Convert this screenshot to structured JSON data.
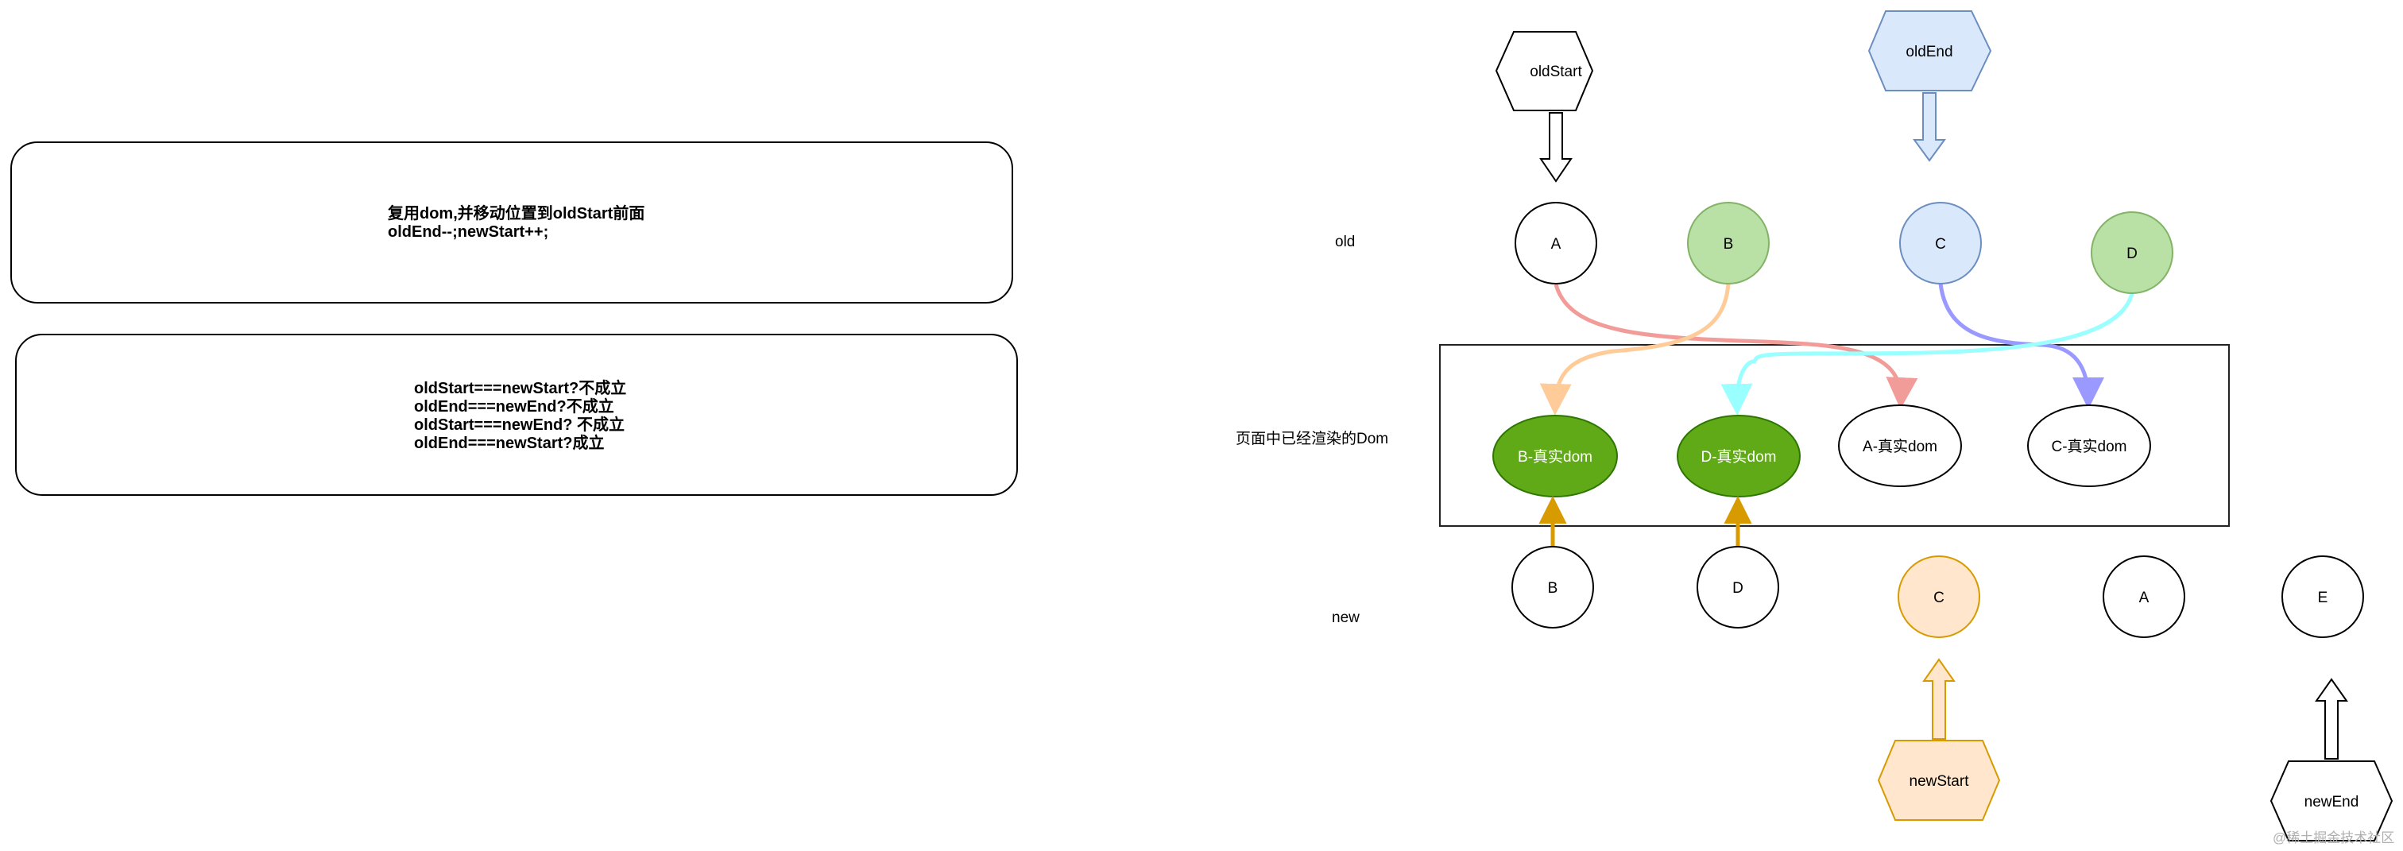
{
  "notes": [
    {
      "lines": [
        "复用dom,并移动位置到oldStart前面",
        "oldEnd--;newStart++;"
      ]
    },
    {
      "lines": [
        "oldStart===newStart?不成立",
        "oldEnd===newEnd?不成立",
        "oldStart===newEnd? 不成立",
        "oldEnd===newStart?成立"
      ]
    }
  ],
  "row_labels": {
    "old": "old",
    "dom": "页面中已经渲染的Dom",
    "new": "new"
  },
  "pointers": {
    "old_start": "oldStart",
    "old_end": "oldEnd",
    "new_start": "newStart",
    "new_end": "newEnd"
  },
  "old_nodes": [
    "A",
    "B",
    "C",
    "D"
  ],
  "dom_nodes": [
    "B-真实dom",
    "D-真实dom",
    "A-真实dom",
    "C-真实dom"
  ],
  "new_nodes": [
    "B",
    "D",
    "C",
    "A",
    "E"
  ],
  "watermark": "@稀土掘金技术社区",
  "colors": {
    "green_fill": "#b9e0a5",
    "green_dark": "#60a917",
    "blue_fill": "#dae8fc",
    "blue_stroke": "#6c8ebf",
    "orange_fill": "#ffe6cc",
    "orange_stroke": "#d79b00",
    "arrow_red": "#f19c99",
    "arrow_peach": "#ffcc99",
    "arrow_purple": "#9999ff",
    "arrow_cyan": "#99ffff",
    "arrow_gold": "#d79b00"
  }
}
